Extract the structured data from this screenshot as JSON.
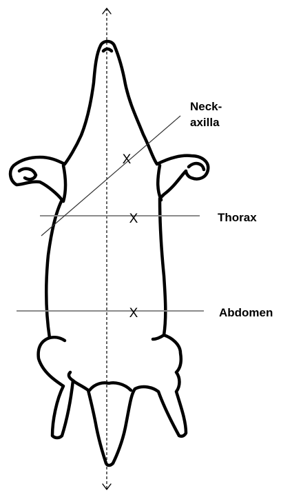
{
  "labels": {
    "neck_line1": "Neck-",
    "neck_line2": "axilla",
    "thorax": "Thorax",
    "abdomen": "Abdomen"
  },
  "markers": {
    "neck": "X",
    "thorax": "X",
    "abdomen": "X"
  },
  "colors": {
    "outline": "#000000",
    "plane_lines": "#8a8a8a",
    "background": "#ffffff"
  }
}
